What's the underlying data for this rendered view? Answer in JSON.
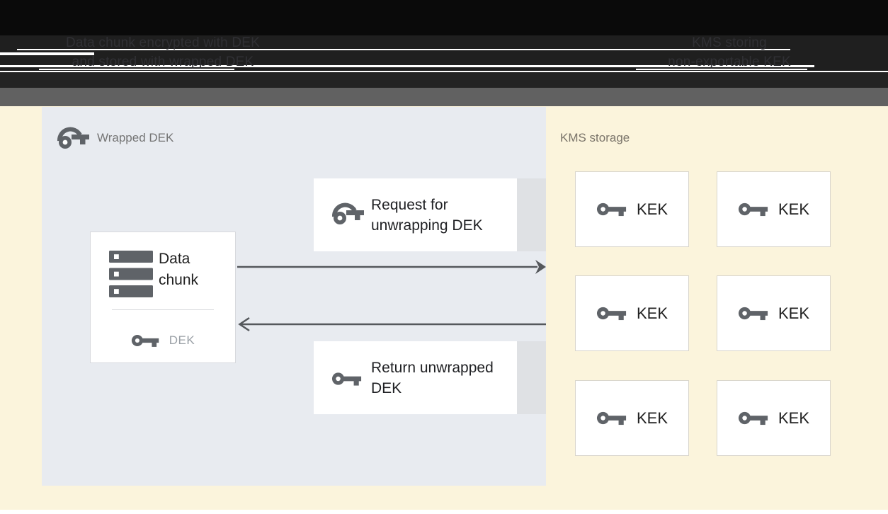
{
  "header": {
    "left_callout": {
      "line1": "Data chunk encrypted with DEK",
      "line2": "and stored with wrapped DEK"
    },
    "right_callout": {
      "line1": "KMS storing",
      "line2": "non-exportable KEK"
    }
  },
  "wrapped_dek_panel": {
    "title": "Wrapped DEK",
    "title_icon": "wrapped-key-icon",
    "data_chunk_box": {
      "label": "Data chunk",
      "icon": "data-chunk-stack-icon",
      "dek": {
        "label": "DEK",
        "icon": "key-icon"
      }
    },
    "request_box": {
      "label": "Request for unwrapping DEK",
      "icon": "wrapped-key-icon"
    },
    "return_box": {
      "label": "Return unwrapped DEK",
      "icon": "key-icon"
    }
  },
  "kms_panel": {
    "title": "KMS storage",
    "kek_boxes": [
      {
        "label": "KEK",
        "icon": "key-icon"
      },
      {
        "label": "KEK",
        "icon": "key-icon"
      },
      {
        "label": "KEK",
        "icon": "key-icon"
      },
      {
        "label": "KEK",
        "icon": "key-icon"
      },
      {
        "label": "KEK",
        "icon": "key-icon"
      },
      {
        "label": "KEK",
        "icon": "key-icon"
      }
    ]
  },
  "colors": {
    "header_bg": "#0a0a0a",
    "header_text": "#303034",
    "glitch_stripe": "#ffffff",
    "band_dark": "#232323",
    "band_gray": "#616161",
    "cream_bg": "#FBF4DC",
    "panel_bg": "#E8EBF0",
    "box_tail_gray": "#DFE1E4",
    "icon_gray": "#5F6368",
    "dark_text": "#212121",
    "muted_text": "#757575",
    "dek_text": "#9AA0A6",
    "arrow": "#55585C"
  }
}
